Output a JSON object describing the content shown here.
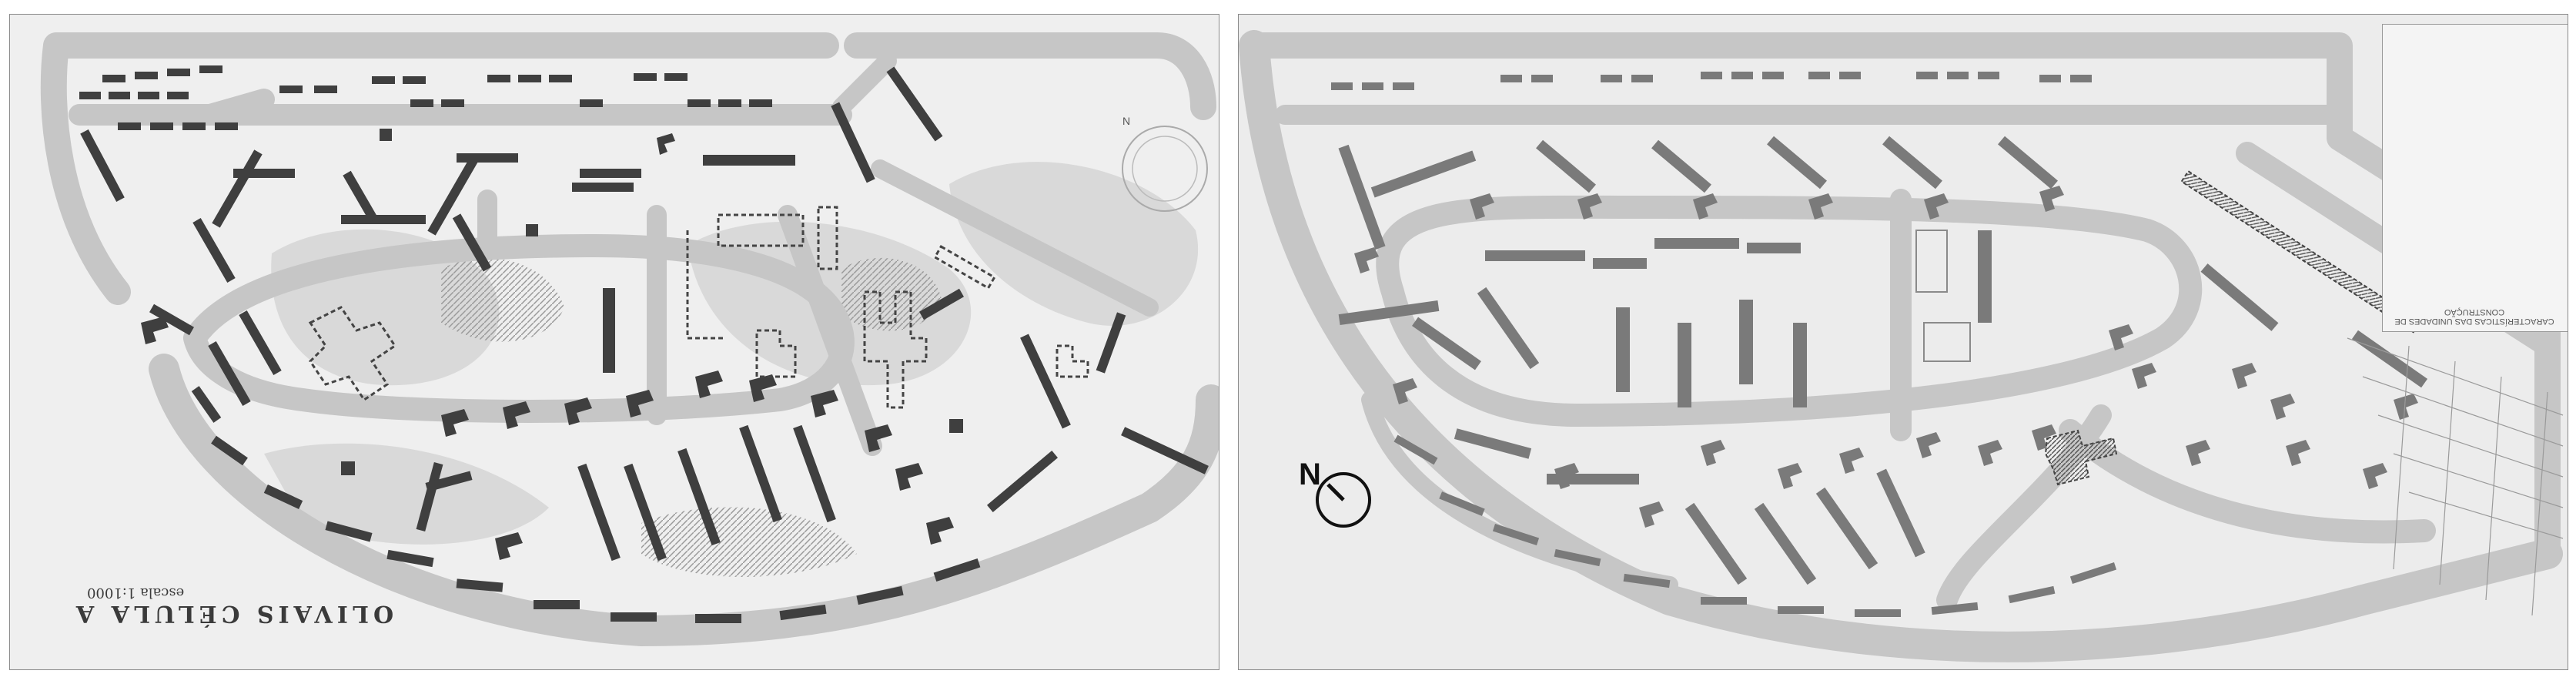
{
  "panel_a": {
    "title": "OLIVAIS CÉLULA A",
    "scale": "escala 1:1000",
    "north_mark": "N"
  },
  "panel_b": {
    "north_label": "N",
    "legend_caption": "CARACTERÍSTICAS DAS UNIDADES DE CONSTRUÇÃO"
  },
  "colors": {
    "background": "#efefef",
    "road": "#c6c6c6",
    "building_dark": "#3f3f3f",
    "building_grey": "#7a7a7a"
  }
}
